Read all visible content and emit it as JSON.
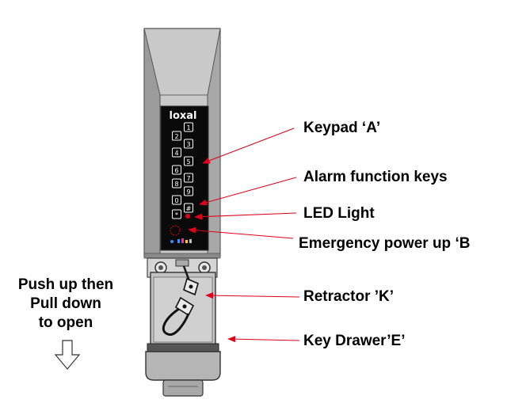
{
  "figure": {
    "brand_logo": "loxal",
    "keys": [
      "1",
      "2",
      "3",
      "4",
      "5",
      "6",
      "7",
      "8",
      "9",
      "0",
      "#",
      "*"
    ],
    "colors": {
      "housing": "#c9c9c9",
      "housing_dark": "#7d7d7d",
      "keypad_panel": "#0a0a0a",
      "arrow": "#e0001a",
      "led": "#e0001a"
    }
  },
  "callouts": {
    "keypad": "Keypad ‘A’",
    "alarm_keys": "Alarm function keys",
    "led_light": "LED Light",
    "emergency_power": "Emergency power up ‘B",
    "retractor": "Retractor ’K’",
    "key_drawer": "Key Drawer’E’"
  },
  "instruction": {
    "line1": "Push up then",
    "line2": "Pull down",
    "line3": "to open",
    "icon": "down-arrow-icon"
  }
}
